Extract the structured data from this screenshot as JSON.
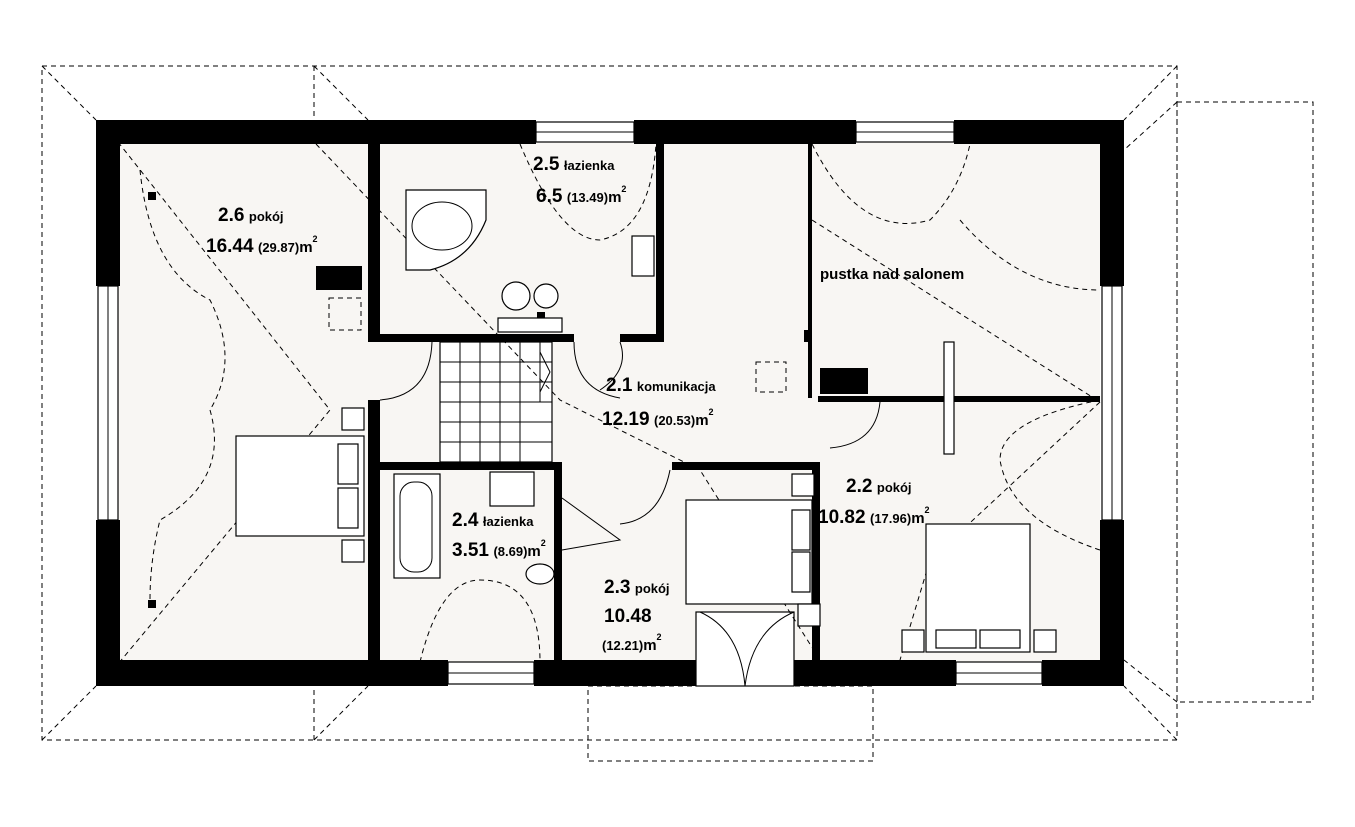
{
  "rooms": [
    {
      "id": "r26",
      "number": "2.6",
      "name": "pokój",
      "area": "16.44",
      "gross": "(29.87)",
      "unit": "m",
      "exp": "2"
    },
    {
      "id": "r25",
      "number": "2.5",
      "name": "łazienka",
      "area": "6.5",
      "gross": "(13.49)",
      "unit": "m",
      "exp": "2"
    },
    {
      "id": "r21",
      "number": "2.1",
      "name": "komunikacja",
      "area": "12.19",
      "gross": "(20.53)",
      "unit": "m",
      "exp": "2"
    },
    {
      "id": "r24",
      "number": "2.4",
      "name": "łazienka",
      "area": "3.51",
      "gross": "(8.69)",
      "unit": "m",
      "exp": "2"
    },
    {
      "id": "r23",
      "number": "2.3",
      "name": "pokój",
      "area": "10.48",
      "gross": "(12.21)",
      "unit": "m",
      "exp": "2"
    },
    {
      "id": "r22",
      "number": "2.2",
      "name": "pokój",
      "area": "10.82",
      "gross": "(17.96)",
      "unit": "m",
      "exp": "2"
    }
  ],
  "void_label": "pustka nad salonem"
}
